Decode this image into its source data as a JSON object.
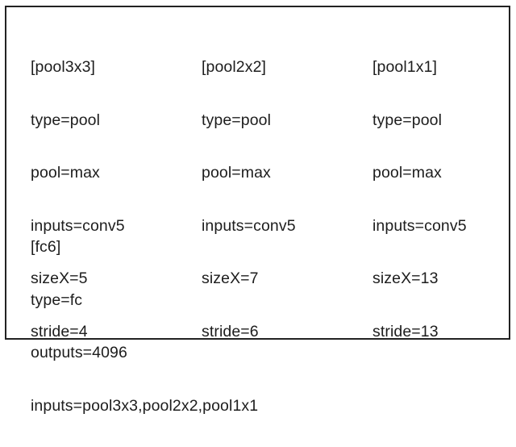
{
  "document": {
    "kind": "config-file-snippet",
    "background_color": "#ffffff",
    "border_color": "#222222",
    "text_color": "#1d1d1d"
  },
  "blocks": [
    {
      "id": "pool3x3",
      "header": "[pool3x3]",
      "lines": [
        "[pool3x3]",
        "type=pool",
        "pool=max",
        "inputs=conv5",
        "sizeX=5",
        "stride=4"
      ]
    },
    {
      "id": "pool2x2",
      "header": "[pool2x2]",
      "lines": [
        "[pool2x2]",
        "type=pool",
        "pool=max",
        "inputs=conv5",
        "sizeX=7",
        "stride=6"
      ]
    },
    {
      "id": "pool1x1",
      "header": "[pool1x1]",
      "lines": [
        "[pool1x1]",
        "type=pool",
        "pool=max",
        "inputs=conv5",
        "sizeX=13",
        "stride=13"
      ]
    }
  ],
  "fc_block": {
    "id": "fc6",
    "header": "[fc6]",
    "lines": [
      "[fc6]",
      "type=fc",
      "outputs=4096",
      "inputs=pool3x3,pool2x2,pool1x1"
    ]
  }
}
